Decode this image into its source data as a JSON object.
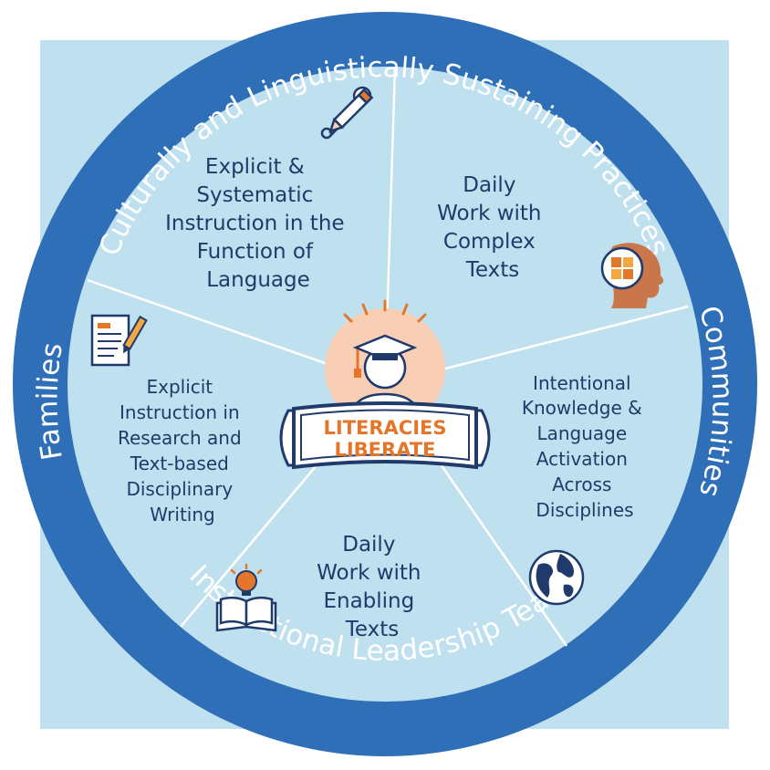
{
  "ring": {
    "top": "Culturally and Linguistically Sustaining Practices",
    "bottom": "Instructional Leadership Teams",
    "left": "Families",
    "right": "Communities"
  },
  "segments": {
    "systematic": [
      "Explicit &",
      "Systematic",
      "Instruction in the",
      "Function of",
      "Language"
    ],
    "complex": [
      "Daily",
      "Work with",
      "Complex",
      "Texts"
    ],
    "knowledge": [
      "Intentional",
      "Knowledge &",
      "Language",
      "Activation",
      "Across",
      "Disciplines"
    ],
    "enabling": [
      "Daily",
      "Work with",
      "Enabling",
      "Texts"
    ],
    "research": [
      "Explicit",
      "Instruction in",
      "Research and",
      "Text-based",
      "Disciplinary",
      "Writing"
    ]
  },
  "center": {
    "line1": "LITERACIES",
    "line2": "LIBERATE"
  },
  "icons": {
    "systematic": "pencil-wrench-icon",
    "complex": "head-puzzle-icon",
    "knowledge": "globe-icon",
    "enabling": "book-lightbulb-icon",
    "research": "document-pen-icon"
  },
  "colors": {
    "outer_ring": "#2f6fb8",
    "inner_fill": "#bfe0ee",
    "background_square": "#bfe0ee",
    "navy": "#1f3a6b",
    "orange": "#e4762b",
    "peach": "#f8cfb4"
  }
}
